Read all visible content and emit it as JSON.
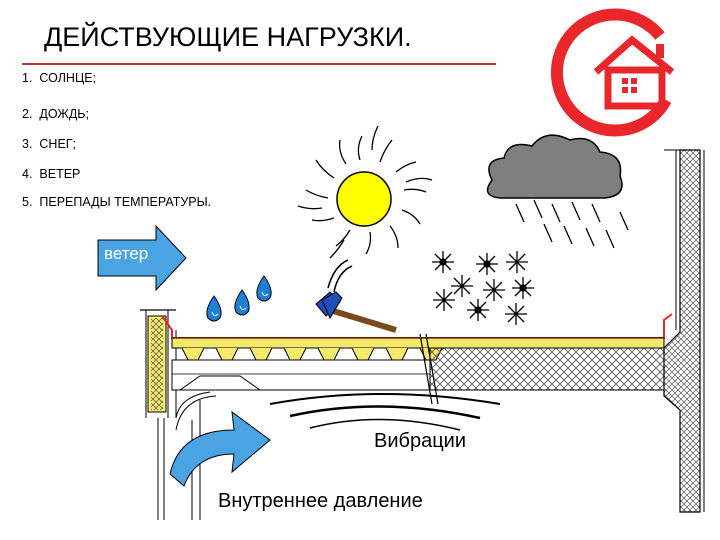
{
  "title": "ДЕЙСТВУЮЩИЕ НАГРУЗКИ.",
  "loads": [
    {
      "num": "1.",
      "label": "СОЛНЦЕ;"
    },
    {
      "num": "2.",
      "label": "ДОЖДЬ;"
    },
    {
      "num": "3.",
      "label": "СНЕГ;"
    },
    {
      "num": "4.",
      "label": "ВЕТЕР"
    },
    {
      "num": "5.",
      "label": "ПЕРЕПАДЫ ТЕМПЕРАТУРЫ."
    }
  ],
  "wind_label": "ветер",
  "vibration_label": "Вибрации",
  "pressure_label": "Внутреннее давление",
  "colors": {
    "accent_red": "#e8262b",
    "sun_yellow": "#ffff00",
    "cloud_gray": "#7f7f7f",
    "water_blue": "#1f7fd6",
    "arrow_blue": "#4aa3e3",
    "roof_yellow": "#f5e96b"
  }
}
